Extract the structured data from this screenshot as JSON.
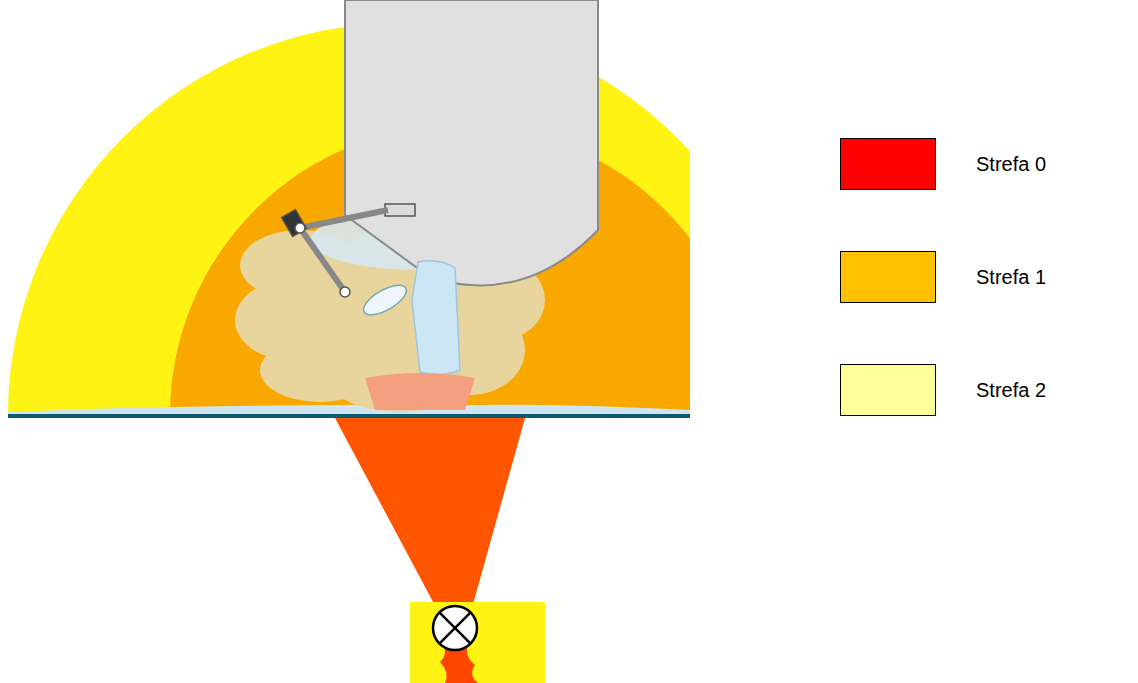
{
  "diagram": {
    "legend": [
      {
        "text": "Strefa 0",
        "color": "#ff0000"
      },
      {
        "text": "Strefa 1",
        "color": "#ffc000"
      },
      {
        "text": "Strefa 2",
        "color": "#ffff99"
      }
    ]
  }
}
